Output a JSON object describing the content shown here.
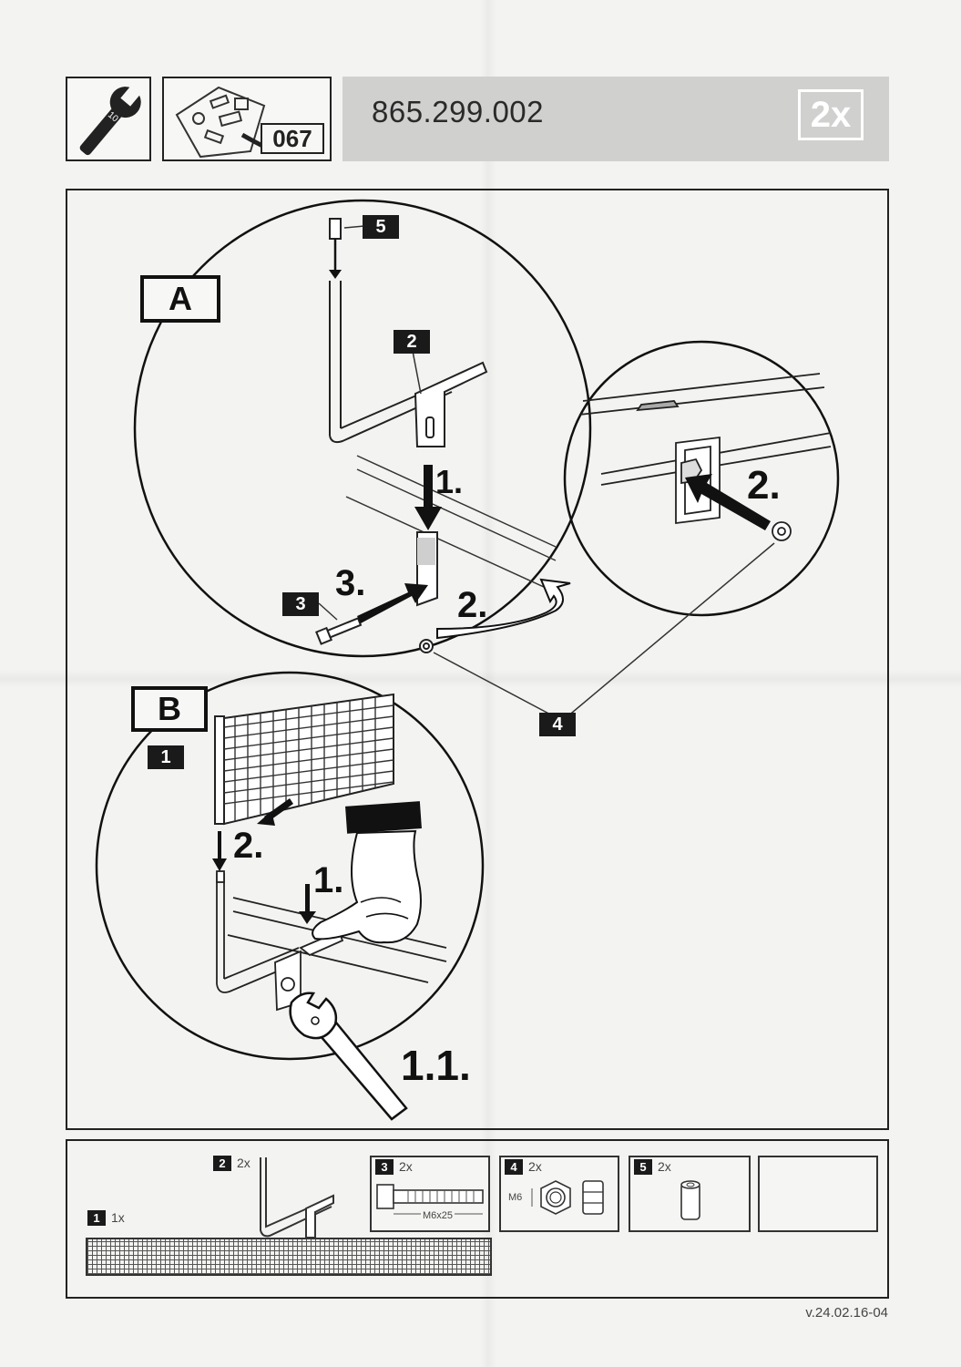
{
  "header": {
    "tool_icon": "wrench-icon",
    "parts_bag_icon": "parts-bag-icon",
    "parts_code": "067",
    "article_number": "865.299.002",
    "quantity": "2x"
  },
  "steps": {
    "a": {
      "label": "A",
      "step1": "1.",
      "step2": "2.",
      "step3": "3.",
      "detail_step2": "2."
    },
    "b": {
      "label": "B",
      "step1": "1.",
      "step2": "2.",
      "step1_1": "1.1."
    }
  },
  "part_tags": {
    "p1": "1",
    "p2": "2",
    "p3": "3",
    "p4": "4",
    "p5": "5"
  },
  "parts_list": [
    {
      "num": "1",
      "qty": "1x"
    },
    {
      "num": "2",
      "qty": "2x"
    },
    {
      "num": "3",
      "qty": "2x",
      "size": "M6x25"
    },
    {
      "num": "4",
      "qty": "2x",
      "size": "M6"
    },
    {
      "num": "5",
      "qty": "2x"
    }
  ],
  "version": "v.24.02.16-04",
  "colors": {
    "paper": "#f3f3f1",
    "ink": "#111111",
    "header_bar": "#d0d0cf"
  }
}
